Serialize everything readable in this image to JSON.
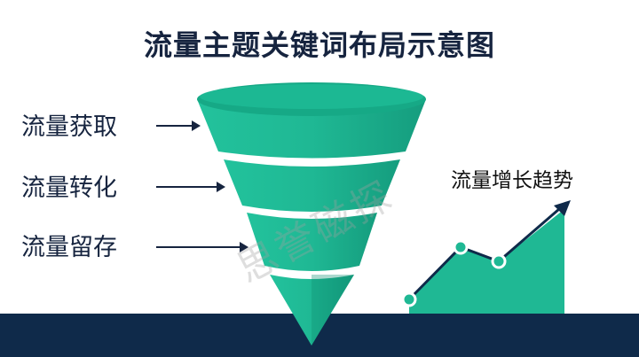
{
  "title": "流量主题关键词布局示意图",
  "stages": [
    {
      "label": "流量获取"
    },
    {
      "label": "流量转化"
    },
    {
      "label": "流量留存"
    }
  ],
  "trend": {
    "label": "流量增长趋势"
  },
  "watermark": "思誉磁探",
  "colors": {
    "funnel_teal": "#1fb894",
    "funnel_dark": "#0f8f73",
    "navy": "#0f2a4a",
    "title": "#16243f"
  }
}
